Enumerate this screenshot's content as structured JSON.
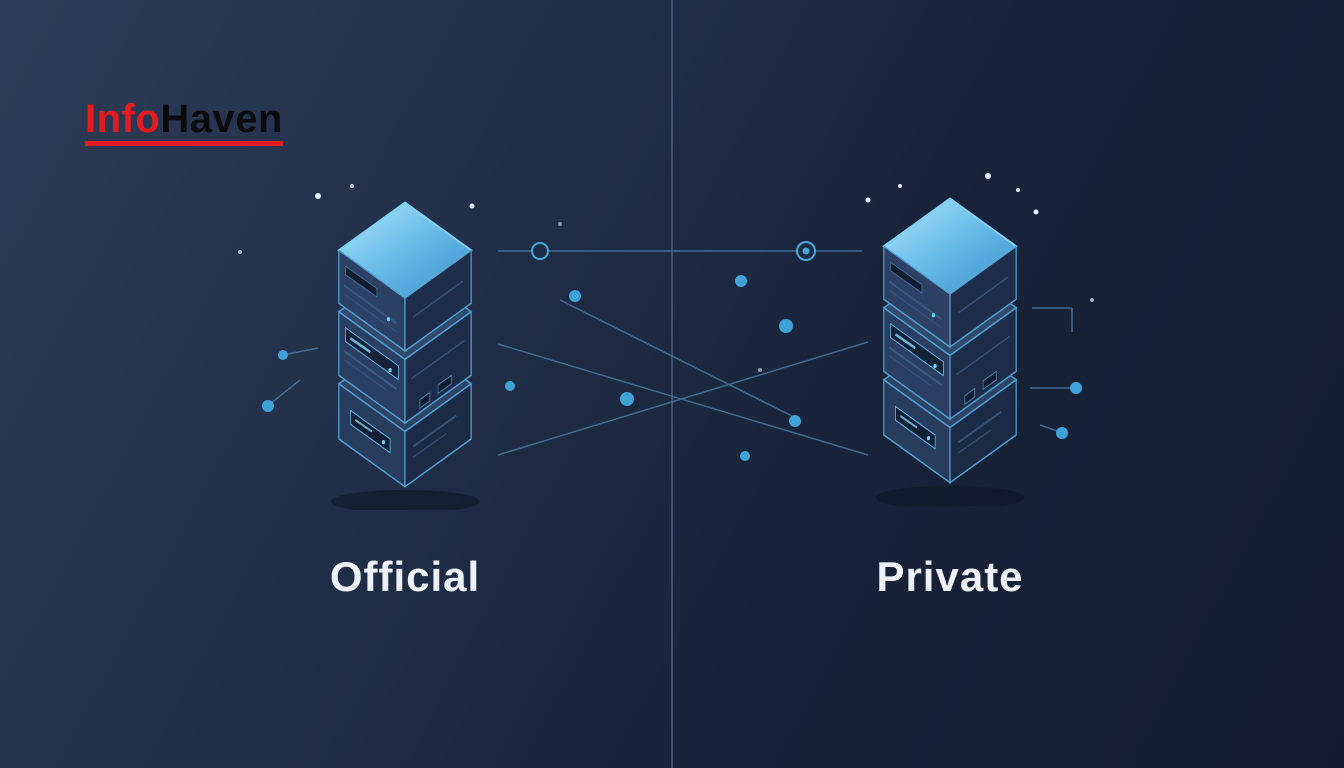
{
  "logo": {
    "part_red": "Info",
    "part_dark": "Haven"
  },
  "labels": {
    "left": "Official",
    "right": "Private"
  },
  "colors": {
    "accent_red": "#e31b1e",
    "line_blue": "#4e81b0",
    "node_blue": "#3fa3da",
    "server_top_blue": "#62b7e6",
    "background_dark": "#131c2f",
    "label_text": "#eef2f8"
  }
}
